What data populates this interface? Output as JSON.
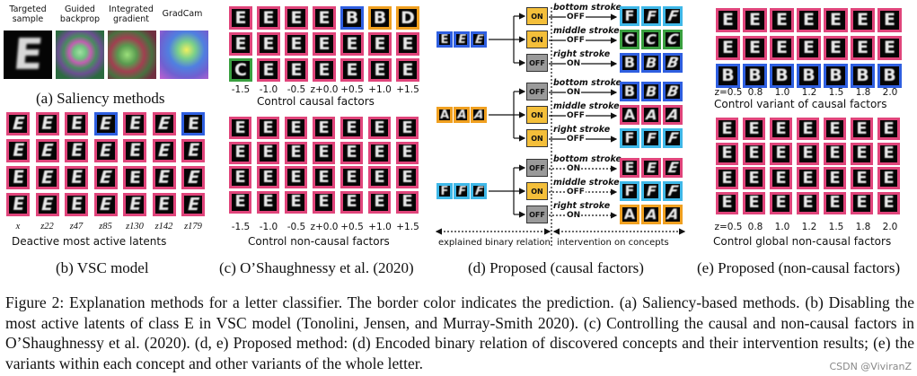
{
  "colors": {
    "pink": "#e0457b",
    "blue": "#2f5fe0",
    "green": "#3aa040",
    "orange": "#f0a020",
    "cyan": "#3fb8e8",
    "switch_on": "#f4bf3a",
    "switch_off": "#9a9a9a"
  },
  "panel_a": {
    "headers": [
      "Targeted\nsample",
      "Guided\nbackprop",
      "Integrated\ngradient",
      "GradCam"
    ],
    "caption": "(a) Saliency methods",
    "letter": "E"
  },
  "panel_b": {
    "tick_labels": [
      "x",
      "z22",
      "z47",
      "z85",
      "z130",
      "z142",
      "z179"
    ],
    "title": "Deactive most active latents",
    "caption": "(b) VSC model",
    "rows": [
      {
        "letters": [
          "E",
          "E",
          "E",
          "E",
          "E",
          "E",
          "E"
        ],
        "borders": [
          "pink",
          "pink",
          "pink",
          "blue",
          "pink",
          "pink",
          "blue"
        ]
      },
      {
        "letters": [
          "E",
          "E",
          "E",
          "E",
          "E",
          "E",
          "E"
        ],
        "borders": [
          "pink",
          "pink",
          "pink",
          "pink",
          "pink",
          "pink",
          "pink"
        ]
      },
      {
        "letters": [
          "E",
          "E",
          "E",
          "E",
          "E",
          "E",
          "E"
        ],
        "borders": [
          "pink",
          "pink",
          "pink",
          "pink",
          "pink",
          "pink",
          "pink"
        ]
      },
      {
        "letters": [
          "E",
          "E",
          "E",
          "E",
          "E",
          "E",
          "E"
        ],
        "borders": [
          "pink",
          "pink",
          "pink",
          "pink",
          "pink",
          "pink",
          "pink"
        ]
      }
    ]
  },
  "panel_c": {
    "tick_labels": [
      "-1.5",
      "-1.0",
      "-0.5",
      "z+0.0",
      "+0.5",
      "+1.0",
      "+1.5"
    ],
    "top_title": "Control causal factors",
    "bottom_title": "Control non-causal factors",
    "caption": "(c) O’Shaughnessy et al. (2020)",
    "top_rows": [
      {
        "letters": [
          "E",
          "E",
          "E",
          "E",
          "B",
          "B",
          "D"
        ],
        "borders": [
          "pink",
          "pink",
          "pink",
          "pink",
          "blue",
          "orange",
          "orange"
        ]
      },
      {
        "letters": [
          "E",
          "E",
          "E",
          "E",
          "E",
          "E",
          "E"
        ],
        "borders": [
          "pink",
          "pink",
          "pink",
          "pink",
          "pink",
          "pink",
          "pink"
        ]
      },
      {
        "letters": [
          "C",
          "E",
          "E",
          "E",
          "E",
          "E",
          "E"
        ],
        "borders": [
          "green",
          "pink",
          "pink",
          "pink",
          "pink",
          "pink",
          "pink"
        ]
      }
    ],
    "bottom_rows": [
      {
        "letters": [
          "E",
          "E",
          "E",
          "E",
          "E",
          "E",
          "E"
        ],
        "borders": [
          "pink",
          "pink",
          "pink",
          "pink",
          "pink",
          "pink",
          "pink"
        ]
      },
      {
        "letters": [
          "E",
          "E",
          "E",
          "E",
          "E",
          "E",
          "E"
        ],
        "borders": [
          "pink",
          "pink",
          "pink",
          "pink",
          "pink",
          "pink",
          "pink"
        ]
      },
      {
        "letters": [
          "E",
          "E",
          "E",
          "E",
          "E",
          "E",
          "E"
        ],
        "borders": [
          "pink",
          "pink",
          "pink",
          "pink",
          "pink",
          "pink",
          "pink"
        ]
      },
      {
        "letters": [
          "E",
          "E",
          "E",
          "E",
          "E",
          "E",
          "E"
        ],
        "borders": [
          "pink",
          "pink",
          "pink",
          "pink",
          "pink",
          "pink",
          "pink"
        ]
      }
    ]
  },
  "panel_d": {
    "caption": "(d) Proposed (causal factors)",
    "left_label": "explained binary relation",
    "right_label": "intervention on concepts",
    "on_text": "ON",
    "off_text": "OFF",
    "groups": [
      {
        "inputs": {
          "letters": [
            "E",
            "E",
            "E"
          ],
          "border": "blue"
        },
        "branches": [
          {
            "switch": "ON",
            "stroke": "bottom stroke",
            "out": "OFF",
            "dashed": false,
            "letters": [
              "F",
              "F",
              "F"
            ],
            "border": "cyan"
          },
          {
            "switch": "ON",
            "stroke": "middle stroke",
            "out": "OFF",
            "dashed": false,
            "letters": [
              "C",
              "C",
              "C"
            ],
            "border": "green"
          },
          {
            "switch": "OFF",
            "stroke": "right stroke",
            "out": "ON",
            "dashed": false,
            "letters": [
              "B",
              "B",
              "B"
            ],
            "border": "blue"
          }
        ]
      },
      {
        "inputs": {
          "letters": [
            "A",
            "A",
            "A"
          ],
          "border": "orange"
        },
        "branches": [
          {
            "switch": "OFF",
            "stroke": "bottom stroke",
            "out": "ON",
            "dashed": false,
            "letters": [
              "B",
              "B",
              "B"
            ],
            "border": "blue"
          },
          {
            "switch": "ON",
            "stroke": "middle stroke",
            "out": "OFF",
            "dashed": false,
            "letters": [
              "A",
              "A",
              "A"
            ],
            "border": "pink"
          },
          {
            "switch": "ON",
            "stroke": "right stroke",
            "out": "OFF",
            "dashed": false,
            "letters": [
              "F",
              "F",
              "F"
            ],
            "border": "cyan"
          }
        ]
      },
      {
        "inputs": {
          "letters": [
            "F",
            "F",
            "F"
          ],
          "border": "cyan"
        },
        "branches": [
          {
            "switch": "OFF",
            "stroke": "bottom stroke",
            "out": "ON",
            "dashed": true,
            "letters": [
              "E",
              "E",
              "E"
            ],
            "border": "pink"
          },
          {
            "switch": "ON",
            "stroke": "middle stroke",
            "out": "OFF",
            "dashed": true,
            "letters": [
              "F",
              "F",
              "F"
            ],
            "border": "cyan"
          },
          {
            "switch": "OFF",
            "stroke": "right stroke",
            "out": "ON",
            "dashed": true,
            "letters": [
              "A",
              "A",
              "A"
            ],
            "border": "orange"
          }
        ]
      }
    ]
  },
  "panel_e": {
    "tick_labels": [
      "z=0.5",
      "0.8",
      "1.0",
      "1.2",
      "1.5",
      "1.8",
      "2.0"
    ],
    "top_title": "Control variant of causal factors",
    "bottom_title": "Control global non-causal factors",
    "caption": "(e) Proposed (non-causal factors)",
    "top_rows": [
      {
        "letters": [
          "E",
          "E",
          "E",
          "E",
          "E",
          "E",
          "E"
        ],
        "borders": [
          "pink",
          "pink",
          "pink",
          "pink",
          "pink",
          "pink",
          "pink"
        ]
      },
      {
        "letters": [
          "E",
          "E",
          "E",
          "E",
          "E",
          "E",
          "E"
        ],
        "borders": [
          "pink",
          "pink",
          "pink",
          "pink",
          "pink",
          "pink",
          "pink"
        ]
      },
      {
        "letters": [
          "B",
          "B",
          "B",
          "B",
          "B",
          "B",
          "B"
        ],
        "borders": [
          "blue",
          "blue",
          "blue",
          "blue",
          "blue",
          "blue",
          "blue"
        ]
      }
    ],
    "bottom_rows": [
      {
        "letters": [
          "E",
          "E",
          "E",
          "E",
          "E",
          "E",
          "E"
        ],
        "borders": [
          "pink",
          "pink",
          "pink",
          "pink",
          "pink",
          "pink",
          "pink"
        ]
      },
      {
        "letters": [
          "E",
          "E",
          "E",
          "E",
          "E",
          "E",
          "E"
        ],
        "borders": [
          "pink",
          "pink",
          "pink",
          "pink",
          "pink",
          "pink",
          "pink"
        ]
      },
      {
        "letters": [
          "E",
          "E",
          "E",
          "E",
          "E",
          "E",
          "E"
        ],
        "borders": [
          "pink",
          "pink",
          "pink",
          "pink",
          "pink",
          "pink",
          "pink"
        ]
      },
      {
        "letters": [
          "E",
          "E",
          "E",
          "E",
          "E",
          "E",
          "E"
        ],
        "borders": [
          "pink",
          "pink",
          "pink",
          "pink",
          "pink",
          "pink",
          "pink"
        ]
      }
    ]
  },
  "figure_caption": "Figure 2: Explanation methods for a letter classifier. The border color indicates the prediction. (a) Saliency-based methods. (b) Disabling the most active latents of class E in VSC model (Tonolini, Jensen, and Murray-Smith 2020). (c) Controlling the causal and non-causal factors in O’Shaughnessy et al. (2020). (d, e) Proposed method: (d) Encoded binary relation of discovered concepts and their intervention results; (e) the variants within each concept and other variants of the whole letter.",
  "watermark": "CSDN @ViviranZ"
}
